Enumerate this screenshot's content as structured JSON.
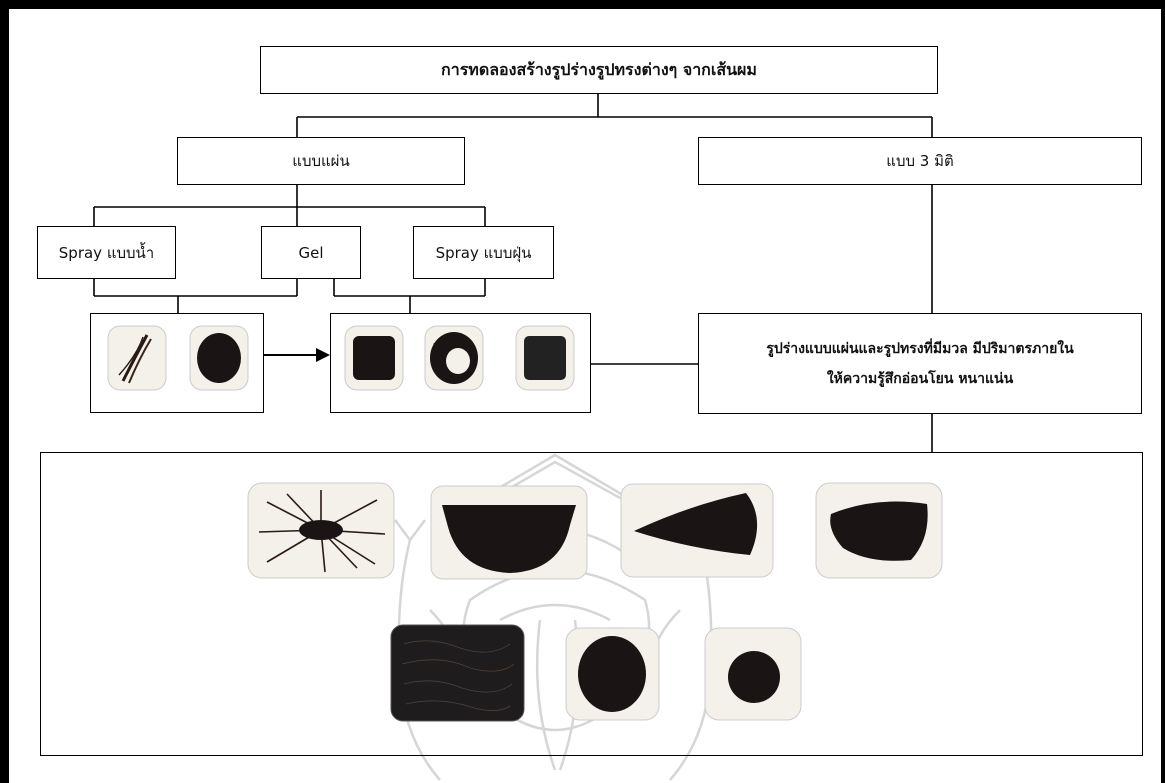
{
  "diagram": {
    "title": "การทดลองสร้างรูปร่างรูปทรงต่างๆ จากเส้นผม",
    "branch_flat": "แบบแผ่น",
    "branch_3d": "แบบ 3 มิติ",
    "methods": {
      "spray_water": "Spray แบบน้ำ",
      "gel": "Gel",
      "spray_powder": "Spray แบบฝุ่น"
    },
    "result": {
      "line1": "รูปร่างแบบแผ่นและรูปทรงที่มีมวล มีปริมาตรภายใน",
      "line2": "ให้ความรู้สึกอ่อนโยน หนาแน่น"
    }
  },
  "colors": {
    "line": "#000000",
    "tile_bg": "#f3f1ea",
    "hair": "#1a1414",
    "watermark": "#d9d9d9"
  },
  "images": {
    "flat_samples_left": [
      "loose-strands-photo",
      "dense-hair-pad-photo"
    ],
    "flat_samples_right": [
      "hair-square-photo",
      "hair-swirl-photo",
      "hair-square-photo-2"
    ],
    "sculpture_row1": [
      "starburst-hair-photo",
      "hair-block-photo",
      "hair-wedge-photo",
      "hair-folded-sheet-photo"
    ],
    "sculpture_row2": [
      "dark-hair-panel-photo",
      "hair-ball-photo",
      "small-hair-ball-photo"
    ]
  }
}
